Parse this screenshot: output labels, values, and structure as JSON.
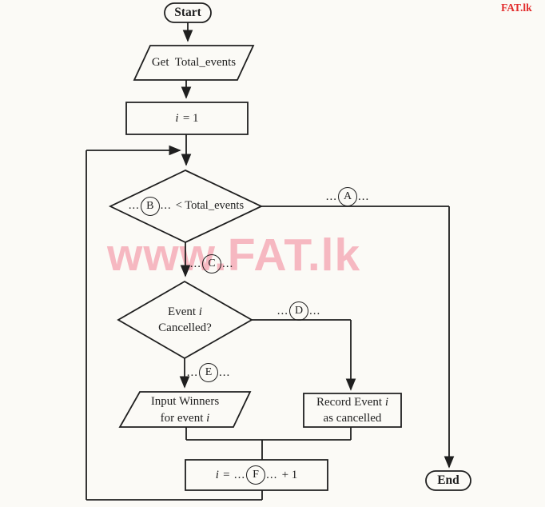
{
  "page": {
    "logo": "FAT.lk",
    "watermark": "www.FAT.lk",
    "ink_color": "#1f1f1f",
    "paper_color": "#fbfaf6",
    "watermark_color": "#f6b8c1",
    "logo_color": "#e22b2b"
  },
  "nodes": {
    "start": {
      "label": "Start"
    },
    "get_total_events": {
      "label": "Get Total_events"
    },
    "init": {
      "var": "i",
      "rest": "= 1"
    },
    "decision_total": {
      "pre_dots": "...",
      "letter": "B",
      "post_dots": "...",
      "rest": "< Total_events"
    },
    "decision_cancelled": {
      "line1_text": "Event",
      "line1_var": "i",
      "line2": "Cancelled?"
    },
    "input_winners": {
      "line1": "Input Winners",
      "line2_text": "for event",
      "line2_var": "i"
    },
    "record_cancelled": {
      "line1_text": "Record Event",
      "line1_var": "i",
      "line2": "as cancelled"
    },
    "increment": {
      "var": "i",
      "eq": "=",
      "pre_dots": "...",
      "letter": "F",
      "post_dots": "...",
      "tail": "+ 1"
    },
    "end": {
      "label": "End"
    }
  },
  "branch_labels": {
    "a": {
      "pre": "...",
      "letter": "A",
      "post": "..."
    },
    "c": {
      "pre": "...",
      "letter": "C",
      "post": "..."
    },
    "d": {
      "pre": "...",
      "letter": "D",
      "post": "..."
    },
    "e": {
      "pre": "...",
      "letter": "E",
      "post": "..."
    }
  }
}
